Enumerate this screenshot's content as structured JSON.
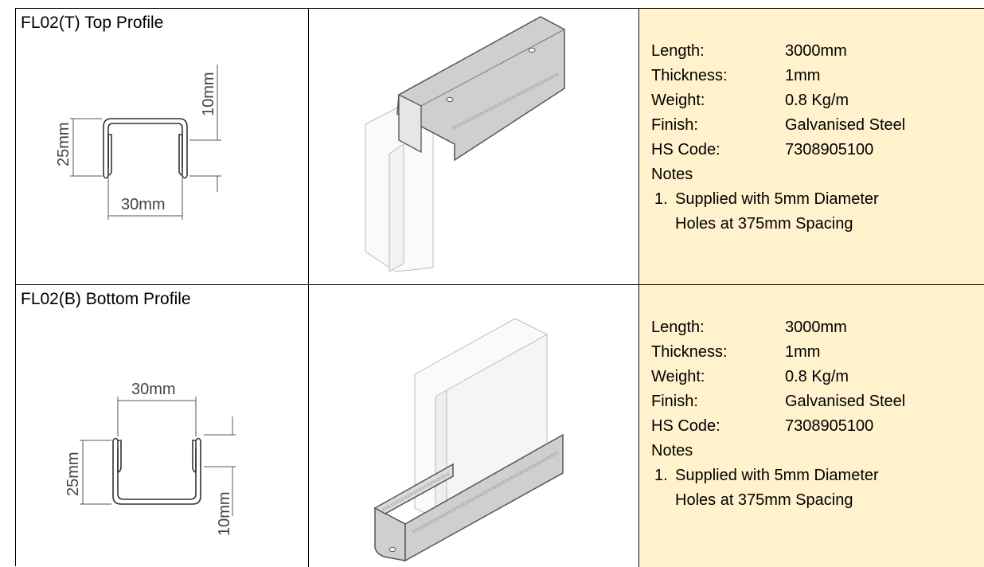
{
  "rows": [
    {
      "profile_title": "FL02(T) Top Profile",
      "dims": {
        "height": "25mm",
        "width": "30mm",
        "lip": "10mm"
      },
      "specs": [
        {
          "key": "Length:",
          "value": "3000mm"
        },
        {
          "key": "Thickness:",
          "value": "1mm"
        },
        {
          "key": "Weight:",
          "value": "0.8 Kg/m"
        },
        {
          "key": "Finish:",
          "value": "Galvanised Steel"
        },
        {
          "key": "HS Code:",
          "value": "7308905100"
        }
      ],
      "notes_heading": "Notes",
      "notes": [
        {
          "num": "1.",
          "line1": "Supplied with 5mm Diameter",
          "line2": "Holes at 375mm Spacing"
        }
      ]
    },
    {
      "profile_title": "FL02(B) Bottom Profile",
      "dims": {
        "height": "25mm",
        "width": "30mm",
        "lip": "10mm"
      },
      "specs": [
        {
          "key": "Length:",
          "value": "3000mm"
        },
        {
          "key": "Thickness:",
          "value": "1mm"
        },
        {
          "key": "Weight:",
          "value": "0.8 Kg/m"
        },
        {
          "key": "Finish:",
          "value": "Galvanised Steel"
        },
        {
          "key": "HS Code:",
          "value": "7308905100"
        }
      ],
      "notes_heading": "Notes",
      "notes": [
        {
          "num": "1.",
          "line1": "Supplied with 5mm Diameter",
          "line2": "Holes at 375mm Spacing"
        }
      ]
    }
  ]
}
